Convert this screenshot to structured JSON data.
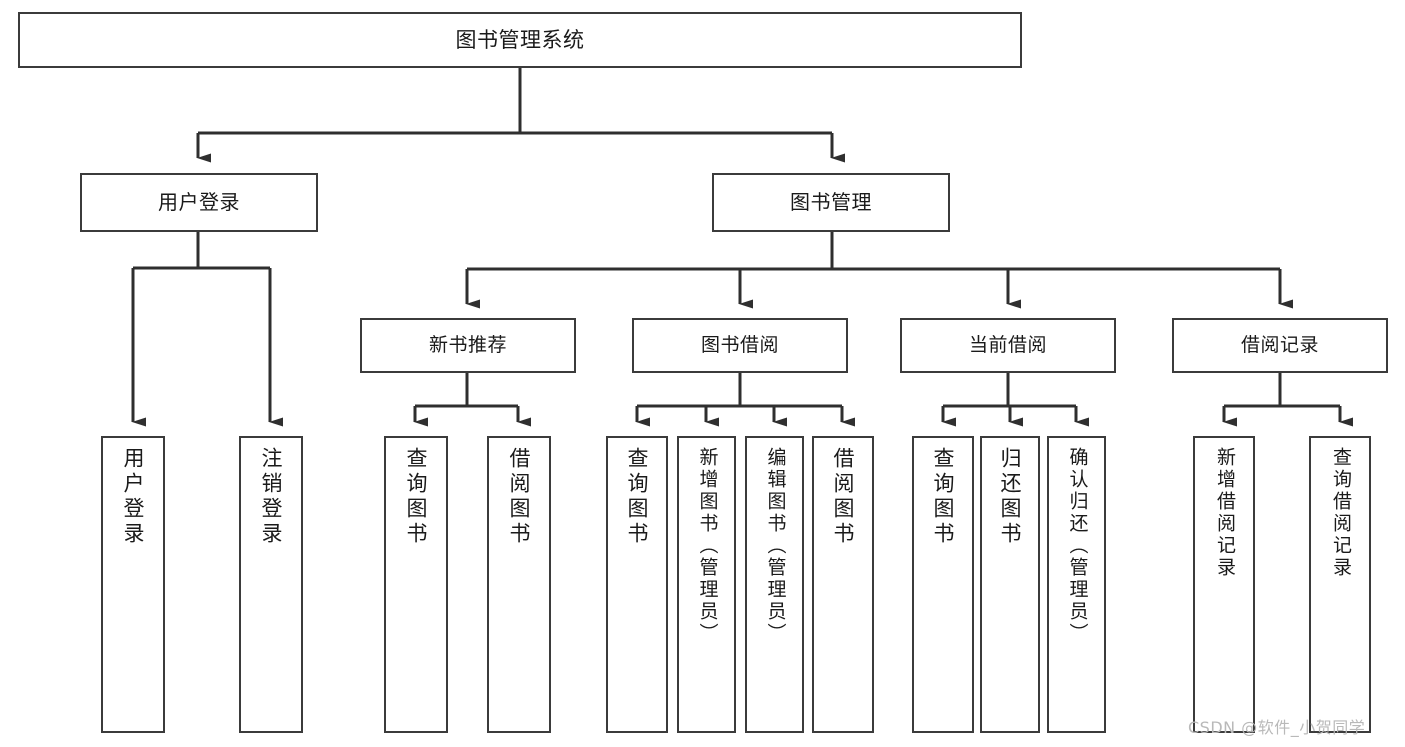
{
  "diagram": {
    "title": "图书管理系统",
    "type": "tree",
    "watermark": "CSDN @软件_小贺同学",
    "colors": {
      "background": "#ffffff",
      "box_border": "#3b3b3b",
      "box_fill": "#ffffff",
      "connector": "#2f2f2f",
      "text": "#1a1a1a",
      "watermark": "#b9b9b9"
    },
    "root": {
      "label": "图书管理系统"
    },
    "level2": [
      {
        "label": "用户登录"
      },
      {
        "label": "图书管理"
      }
    ],
    "level3": [
      {
        "label": "新书推荐"
      },
      {
        "label": "图书借阅"
      },
      {
        "label": "当前借阅"
      },
      {
        "label": "借阅记录"
      }
    ],
    "leaves": {
      "user_login": [
        {
          "label": "用户登录"
        },
        {
          "label": "注销登录"
        }
      ],
      "new_book_recommend": [
        {
          "label": "查询图书"
        },
        {
          "label": "借阅图书"
        }
      ],
      "book_borrow": [
        {
          "label": "查询图书"
        },
        {
          "label": "新增图书（管理员）"
        },
        {
          "label": "编辑图书（管理员）"
        },
        {
          "label": "借阅图书"
        }
      ],
      "current_borrow": [
        {
          "label": "查询图书"
        },
        {
          "label": "归还图书"
        },
        {
          "label": "确认归还（管理员）"
        }
      ],
      "borrow_record": [
        {
          "label": "新增借阅记录"
        },
        {
          "label": "查询借阅记录"
        }
      ]
    }
  }
}
